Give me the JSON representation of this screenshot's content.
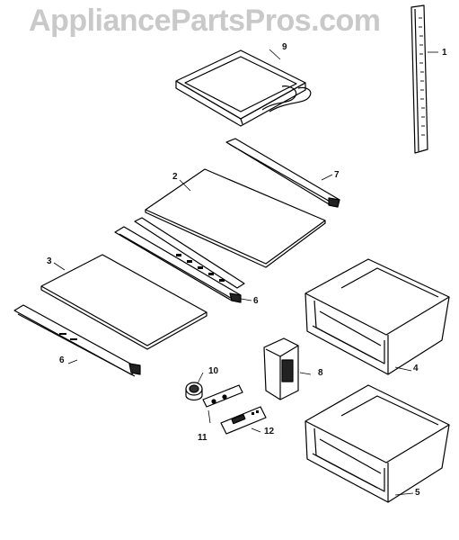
{
  "watermark": "AppliancePartsPros.com",
  "parts": [
    {
      "id": "1"
    },
    {
      "id": "2"
    },
    {
      "id": "3"
    },
    {
      "id": "4"
    },
    {
      "id": "5"
    },
    {
      "id": "6"
    },
    {
      "id": "6"
    },
    {
      "id": "7"
    },
    {
      "id": "8"
    },
    {
      "id": "9"
    },
    {
      "id": "10"
    },
    {
      "id": "11"
    },
    {
      "id": "12"
    }
  ]
}
